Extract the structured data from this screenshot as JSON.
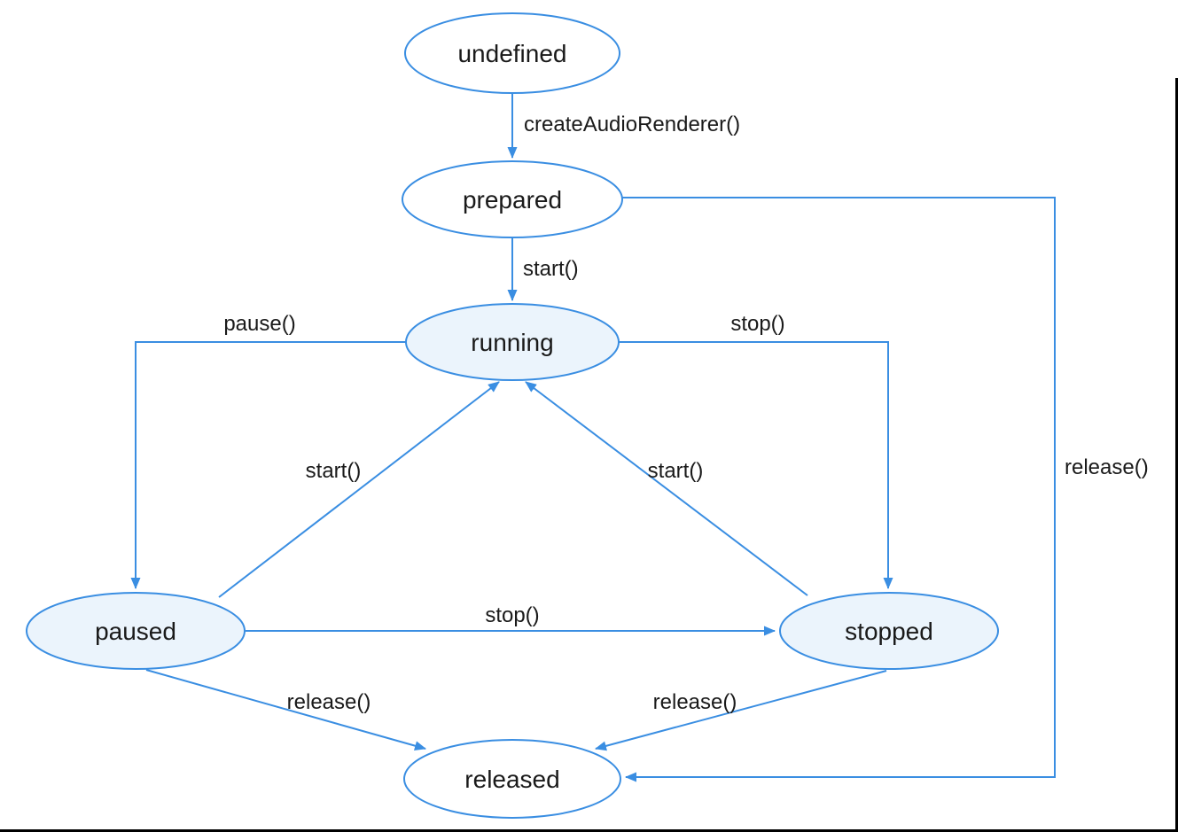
{
  "colors": {
    "line_blue": "#3a8ee2",
    "state_fill_highlight": "#ebf4fc",
    "state_fill_plain": "#ffffff",
    "label_text": "#1a1a1a",
    "frame_border": "#000000"
  },
  "states": {
    "undefined": "undefined",
    "prepared": "prepared",
    "running": "running",
    "paused": "paused",
    "stopped": "stopped",
    "released": "released"
  },
  "transitions": {
    "create_audio_renderer": "createAudioRenderer()",
    "start_from_prepared": "start()",
    "pause_from_running": "pause()",
    "stop_from_running": "stop()",
    "start_from_paused": "start()",
    "start_from_stopped": "start()",
    "stop_from_paused": "stop()",
    "release_from_paused": "release()",
    "release_from_stopped": "release()",
    "release_from_prepared": "release()"
  }
}
